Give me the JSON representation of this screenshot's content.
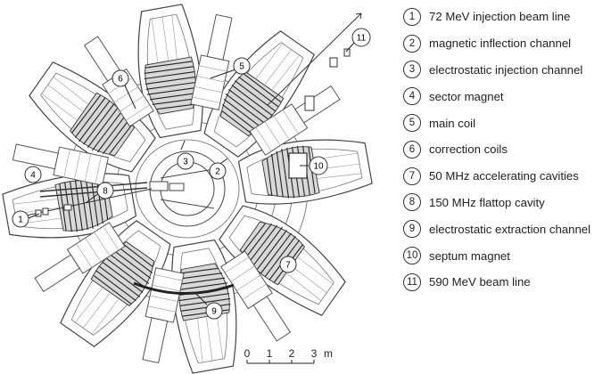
{
  "legend": [
    {
      "num": "1",
      "text": "72 MeV injection beam line"
    },
    {
      "num": "2",
      "text": "magnetic inflection channel"
    },
    {
      "num": "3",
      "text": "electrostatic injection channel"
    },
    {
      "num": "4",
      "text": "sector magnet"
    },
    {
      "num": "5",
      "text": "main coil"
    },
    {
      "num": "6",
      "text": "correction coils"
    },
    {
      "num": "7",
      "text": "50 MHz accelerating cavities"
    },
    {
      "num": "8",
      "text": "150 MHz flattop cavity"
    },
    {
      "num": "9",
      "text": "electrostatic extraction channel"
    },
    {
      "num": "10",
      "text": "septum magnet"
    },
    {
      "num": "11",
      "text": "590 MeV beam line"
    }
  ],
  "scale_bar": {
    "ticks": [
      "0",
      "1",
      "2",
      "3"
    ],
    "unit": "m"
  },
  "callouts": [
    "1",
    "2",
    "3",
    "4",
    "5",
    "6",
    "7",
    "8",
    "9",
    "10",
    "11"
  ]
}
